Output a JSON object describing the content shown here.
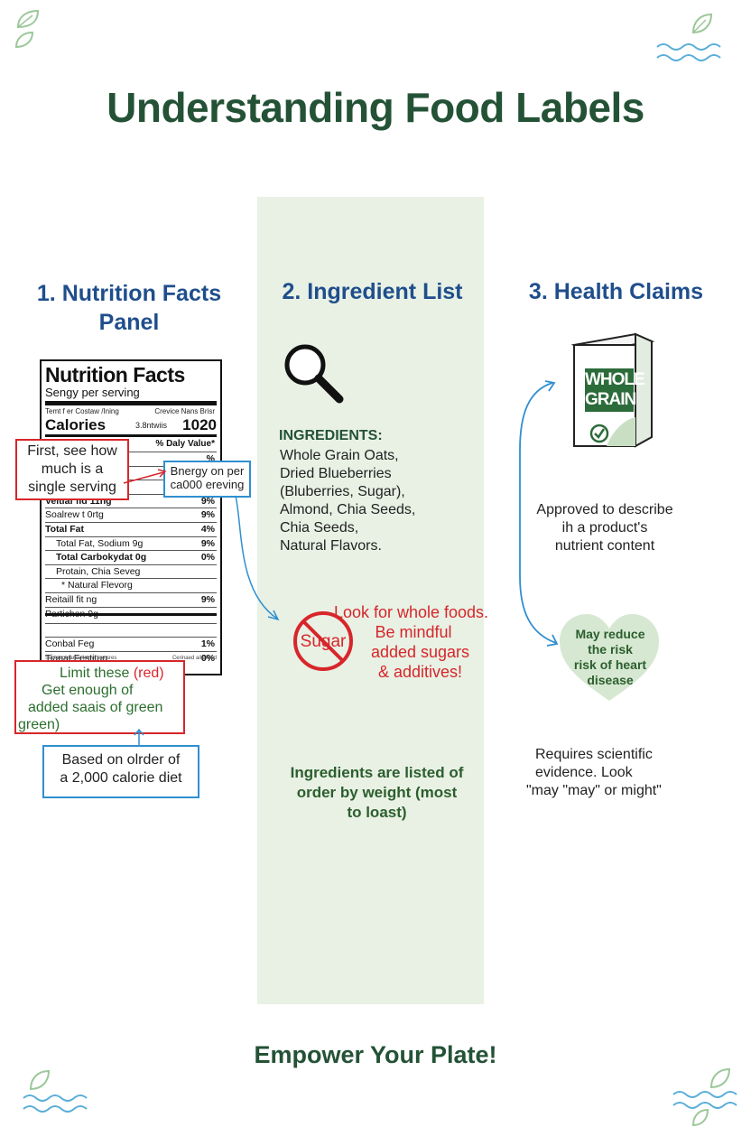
{
  "page": {
    "title": "Understanding Food Labels",
    "footer": "Empower Your Plate!",
    "colors": {
      "title": "#245236",
      "heading": "#1f4e8c",
      "red": "#d7262b",
      "blue": "#2f8fd0",
      "column_bg": "#e8f1e4"
    }
  },
  "col1": {
    "heading_line1": "1. Nutrition Facts",
    "heading_line2": "Panel",
    "label": {
      "title": "Nutrition Facts",
      "subtitle": "Sengy per serving",
      "small_left": "Temt f er Costaw /Ining",
      "small_right": "Crevice Nans Brisr",
      "calories_label": "Calories",
      "calories_mid": "3.8ntwiis",
      "calories_value": "1020",
      "daily_value": "% Daly Value*",
      "rows": [
        {
          "label": "",
          "value": "%"
        },
        {
          "label": "",
          "value": "%"
        },
        {
          "label": "",
          "value": ""
        },
        {
          "label": "Veitlaf fid  11ng",
          "value": "9%"
        },
        {
          "label": "Soalrew t 0rtg",
          "value": "9%"
        },
        {
          "label": "Total Fat",
          "value": "4%"
        },
        {
          "label": "Total Fat, Sodium 9g",
          "value": "9%"
        },
        {
          "label": "Total Carbokydat  0g",
          "value": "0%"
        },
        {
          "label": "Protain, Chia Seveg",
          "value": ""
        },
        {
          "label": "* Natural Flevorg",
          "value": ""
        },
        {
          "label": "Reitaill fit ng",
          "value": "9%"
        },
        {
          "label": "Partichen  9g",
          "value": ""
        },
        {
          "label": "",
          "value": ""
        },
        {
          "label": "Conbal Feg",
          "value": "1%"
        },
        {
          "label": "Tianat Festitug",
          "value": "0%"
        }
      ],
      "foot_left": "Seo avourance ice ur ioe sres",
      "foot_right": "Cerinaed ail alcivd"
    },
    "callout_serving": [
      "First, see how",
      "much is a",
      "single serving"
    ],
    "callout_energy": [
      "Bnergy on per",
      "ca000 ereving"
    ],
    "callout_limit_line1_a": "Limit these ",
    "callout_limit_line1_b": "(red)",
    "callout_limit_line2": "Get enough of",
    "callout_limit_line3": "added saais of green",
    "callout_limit_line4": "green)",
    "callout_diet": [
      "Based on olrder of",
      "a 2,000 calorie diet"
    ]
  },
  "col2": {
    "heading": "2. Ingredient List",
    "search_icon": "magnifier-icon",
    "ingredients_title": "INGREDIENTS:",
    "ingredients": [
      "Whole Grain Oats,",
      "Dried Blueberries",
      "(Bluberries, Sugar),",
      "Almond, Chia Seeds,",
      "Chia Seeds,",
      "Natural Flavors."
    ],
    "no_sugar_label": "Sugar",
    "red_note": [
      "Look for whole foods.",
      "Be mindful",
      "added sugars",
      "& additives!"
    ],
    "green_note": [
      "Ingredients are listed of",
      "order by weight (most",
      "to loast)"
    ]
  },
  "col3": {
    "heading": "3. Health Claims",
    "box_label_line1": "WHOLE",
    "box_label_line2": "GRAIN",
    "approved_text": [
      "Approved to describe",
      "ih a product's",
      "nutrient content"
    ],
    "heart_text": [
      "May reduce",
      "the risk",
      "risk of heart",
      "disease"
    ],
    "requires_text": [
      "Requires scientific",
      "evidence. Look",
      "\"may \"may\" or might\""
    ]
  }
}
